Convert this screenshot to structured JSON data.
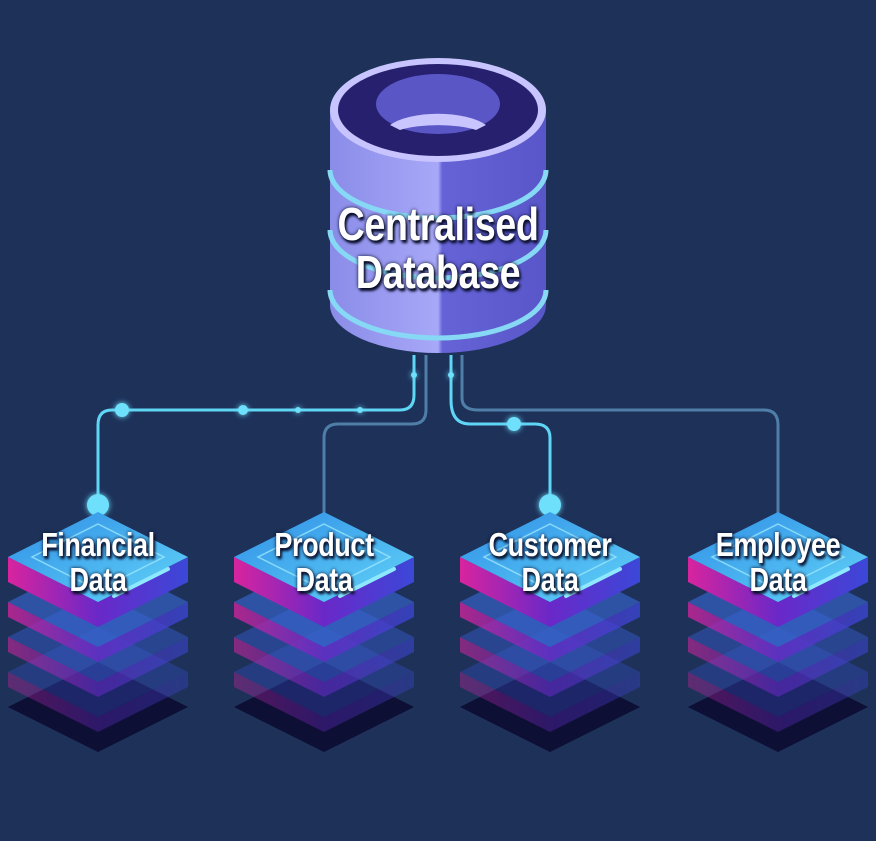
{
  "central": {
    "line1": "Centralised",
    "line2": "Database",
    "icon": "database-cylinder-icon"
  },
  "nodes": [
    {
      "line1": "Financial",
      "line2": "Data",
      "icon": "server-stack-icon"
    },
    {
      "line1": "Product",
      "line2": "Data",
      "icon": "server-stack-icon"
    },
    {
      "line1": "Customer",
      "line2": "Data",
      "icon": "server-stack-icon"
    },
    {
      "line1": "Employee",
      "line2": "Data",
      "icon": "server-stack-icon"
    }
  ],
  "colors": {
    "background": "#1d3159",
    "connector_bright": "#5fd6f5",
    "connector_dim": "#4f7fa8",
    "cylinder": "#8f8ff0",
    "cylinder_dark": "#27206e",
    "stack_top": "#3fa5ee",
    "stack_side": "#7a2ac4"
  }
}
